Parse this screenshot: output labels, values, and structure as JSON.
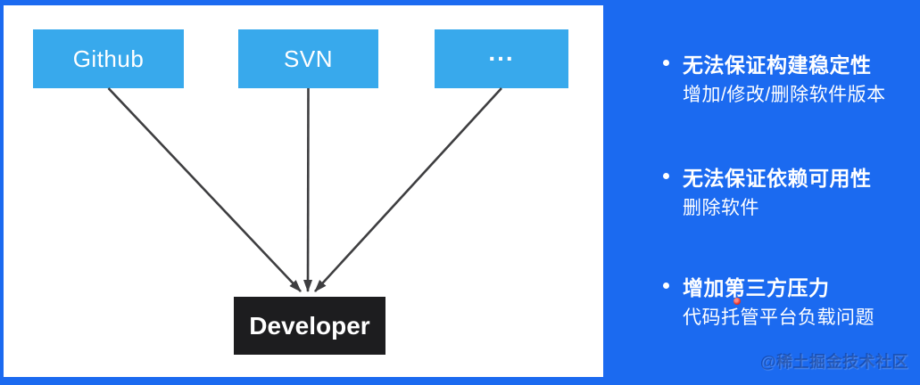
{
  "diagram": {
    "sources": [
      {
        "label": "Github"
      },
      {
        "label": "SVN"
      },
      {
        "label": "..."
      }
    ],
    "target": {
      "label": "Developer"
    }
  },
  "notes": {
    "items": [
      {
        "heading": "无法保证构建稳定性",
        "detail": "增加/修改/删除软件版本"
      },
      {
        "heading": "无法保证依赖可用性",
        "detail": "删除软件"
      },
      {
        "heading": "增加第三方压力",
        "detail": "代码托管平台负载问题"
      }
    ]
  },
  "watermark": "@稀土掘金技术社区",
  "colors": {
    "background_blue": "#1B6AF0",
    "source_box_blue": "#38A9EC",
    "developer_box_black": "#1D1D1F",
    "arrow_gray": "#3E3E40",
    "text_white": "#FFFFFF",
    "pointer_red": "#E8352C"
  }
}
